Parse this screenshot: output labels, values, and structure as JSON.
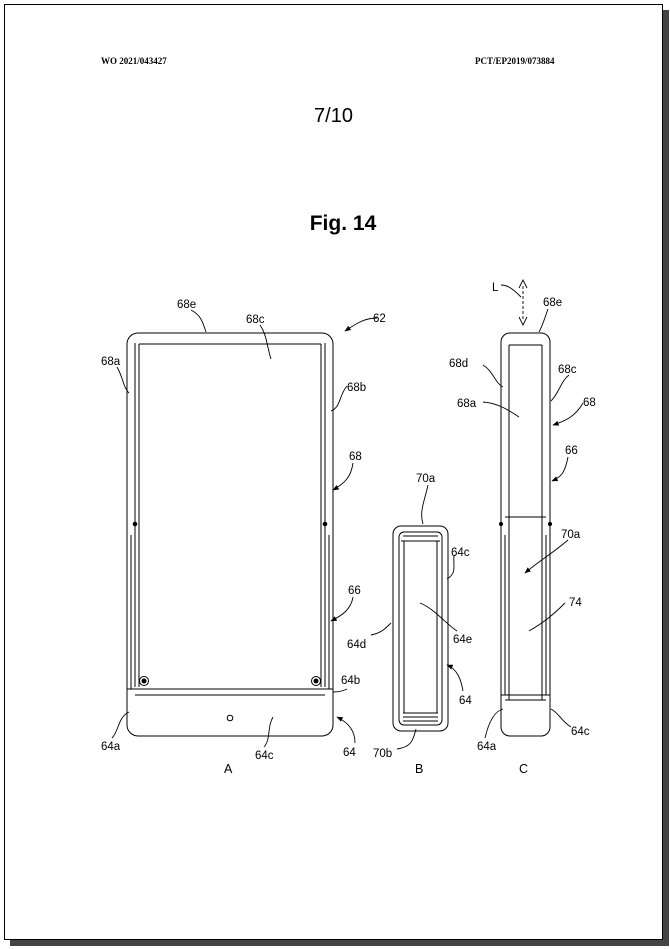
{
  "header": {
    "publication_number": "WO 2021/043427",
    "application_number": "PCT/EP2019/073884",
    "page_number": "7/10"
  },
  "figure": {
    "title": "Fig. 14",
    "views": {
      "a": "A",
      "b": "B",
      "c": "C"
    },
    "labels": {
      "l62": "62",
      "l68e_a": "68e",
      "l68c_a": "68c",
      "l68a_a": "68a",
      "l68b_a": "68b",
      "l68_a": "68",
      "l66_a": "66",
      "l64b_a": "64b",
      "l64a_a": "64a",
      "l64c_a": "64c",
      "l64_a": "64",
      "l70a_b": "70a",
      "l64c_b": "64c",
      "l64d_b": "64d",
      "l64e_b": "64e",
      "l64_b": "64",
      "l70b_b": "70b",
      "lL_c": "L",
      "l68e_c": "68e",
      "l68d_c": "68d",
      "l68c_c": "68c",
      "l68a_c": "68a",
      "l68_c": "68",
      "l66_c": "66",
      "l70a_c": "70a",
      "l74_c": "74",
      "l64a_c": "64a",
      "l64c_c": "64c"
    }
  }
}
